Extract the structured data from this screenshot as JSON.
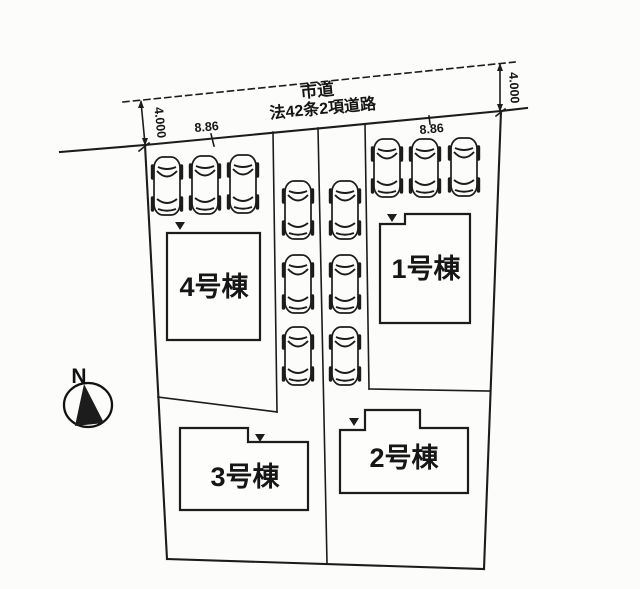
{
  "road": {
    "name": "市道",
    "type": "法42条2項道路"
  },
  "dimensions": {
    "road_width_left": "4.000",
    "road_width_right": "4.000",
    "frontage_left": "8.86",
    "frontage_right": "8.86"
  },
  "buildings": {
    "b1": {
      "label": "1号棟"
    },
    "b2": {
      "label": "2号棟"
    },
    "b3": {
      "label": "3号棟"
    },
    "b4": {
      "label": "4号棟"
    }
  },
  "compass": {
    "north_label": "N"
  },
  "cars": {
    "count": 12
  },
  "colors": {
    "line": "#1c1c1c",
    "background": "#fcfcfa",
    "building_fill": "#fdfdfc"
  }
}
